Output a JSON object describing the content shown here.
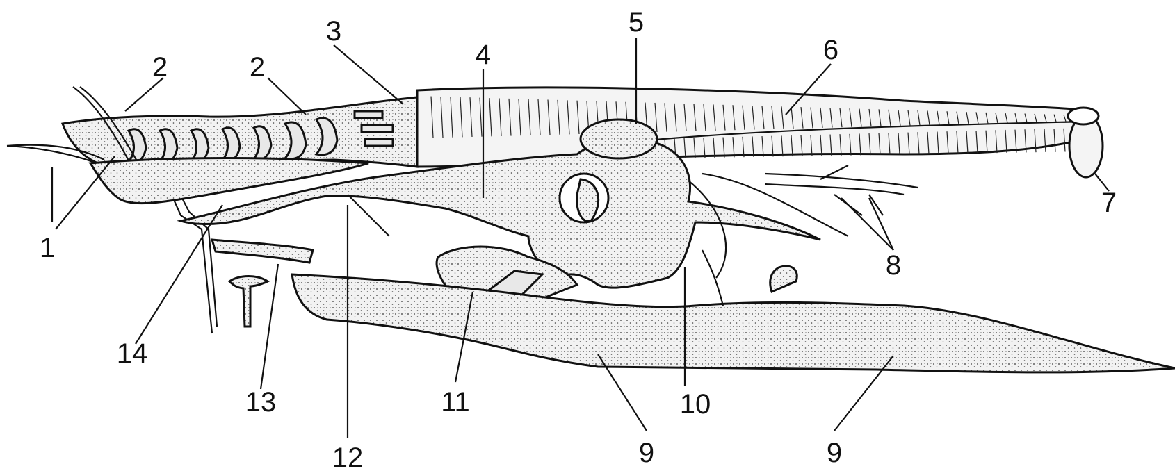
{
  "labels": [
    "1",
    "2",
    "2",
    "3",
    "4",
    "5",
    "6",
    "7",
    "8",
    "9",
    "9",
    "10",
    "11",
    "12",
    "13",
    "14"
  ]
}
